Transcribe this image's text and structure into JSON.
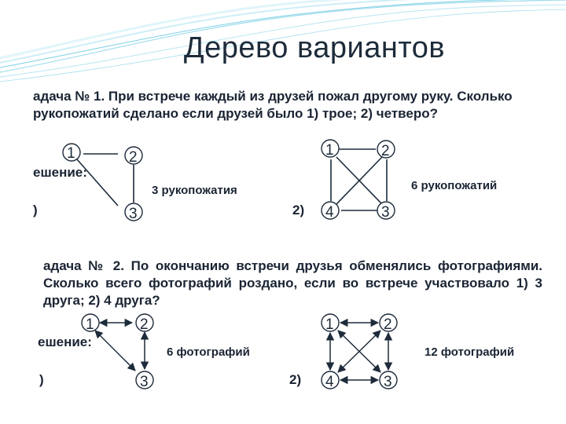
{
  "slide": {
    "title": "Дерево вариантов"
  },
  "task1": {
    "text": "адача № 1. При встрече каждый из друзей пожал другому руку. Сколько рукопожатий сделано если друзей было 1) трое; 2) четверо?",
    "solution_label": "ешение:",
    "case1_marker": ")",
    "case2_marker": "2)",
    "case1_caption": "3 рукопожатия",
    "case2_caption": "6 рукопожатий",
    "triangle_nodes": [
      "1",
      "2",
      "3"
    ],
    "square_nodes": [
      "1",
      "2",
      "4",
      "3"
    ]
  },
  "task2": {
    "text": "адача № 2. По окончанию встречи друзья обменялись фотографиями. Сколько всего фотографий роздано, если во встрече участвовало 1) 3 друга; 2) 4 друга?",
    "solution_label": "ешение:",
    "case1_marker": ")",
    "case2_marker": "2)",
    "case1_caption": "6 фотографий",
    "case2_caption": "12 фотографий",
    "triangle_nodes": [
      "1",
      "2",
      "3"
    ],
    "square_nodes": [
      "1",
      "2",
      "4",
      "3"
    ]
  },
  "colors": {
    "wave": "#7fd0e6",
    "ink": "#1d2b3a"
  }
}
